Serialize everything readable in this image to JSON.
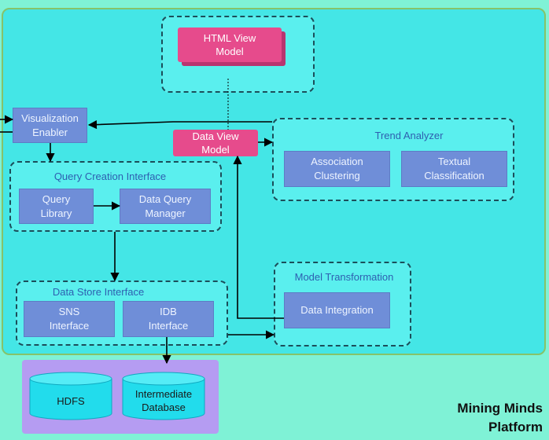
{
  "html_view_model": "HTML View Model",
  "data_view_model": "Data View Model",
  "visualization_enabler": "Visualization Enabler",
  "trend_analyzer": {
    "title": "Trend Analyzer",
    "association_clustering": "Association Clustering",
    "textual_classification": "Textual Classification"
  },
  "query_creation_interface": {
    "title": "Query Creation Interface",
    "query_library": "Query Library",
    "data_query_manager": "Data Query Manager"
  },
  "data_store_interface": {
    "title": "Data Store Interface",
    "sns_interface": "SNS Interface",
    "idb_interface": "IDB Interface"
  },
  "model_transformation": {
    "title": "Model Transformation",
    "data_integration": "Data Integration"
  },
  "storage": {
    "hdfs": "HDFS",
    "intermediate_database": "Intermediate Database"
  },
  "platform_name": "Mining Minds Platform",
  "colors": {
    "background": "#7ff2d6",
    "platform_fill": "#44e6e6",
    "platform_border": "#86c36a",
    "component_box": "#6f8ed8",
    "view_model": "#e64b8c",
    "storage_panel": "#b59cf2",
    "cylinder": "#22dcec"
  }
}
